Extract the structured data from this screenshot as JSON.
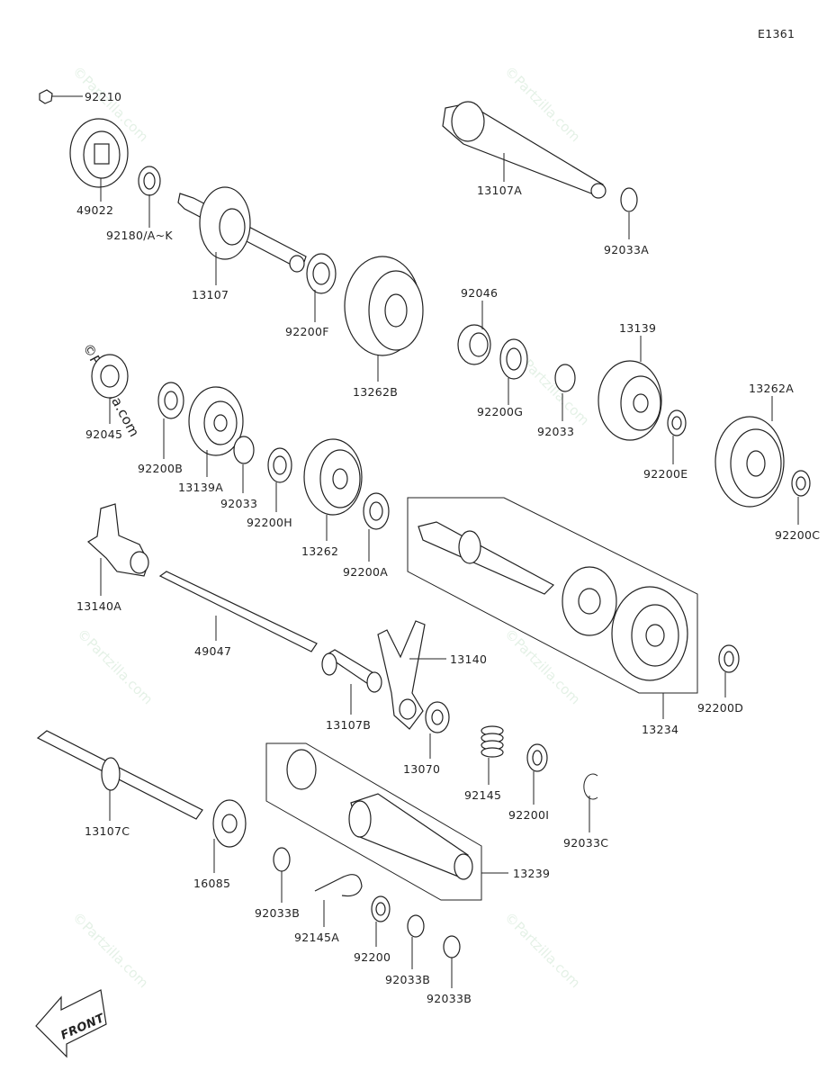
{
  "diagram_code": "E1361",
  "watermarks": [
    "©Partzilla.com"
  ],
  "copyright_text": "©Partzilla.com",
  "front_label": "FRONT",
  "parts": [
    {
      "id": "92210"
    },
    {
      "id": "49022"
    },
    {
      "id": "92180/A~K"
    },
    {
      "id": "13107"
    },
    {
      "id": "92200F"
    },
    {
      "id": "13262B"
    },
    {
      "id": "13107A"
    },
    {
      "id": "92033A"
    },
    {
      "id": "92046"
    },
    {
      "id": "92200G"
    },
    {
      "id": "92033"
    },
    {
      "id": "13139"
    },
    {
      "id": "92200E"
    },
    {
      "id": "13262A"
    },
    {
      "id": "92200C"
    },
    {
      "id": "92045"
    },
    {
      "id": "92200B"
    },
    {
      "id": "13139A"
    },
    {
      "id": "92033"
    },
    {
      "id": "92200H"
    },
    {
      "id": "13262"
    },
    {
      "id": "92200A"
    },
    {
      "id": "13140A"
    },
    {
      "id": "49047"
    },
    {
      "id": "13107B"
    },
    {
      "id": "13140"
    },
    {
      "id": "13070"
    },
    {
      "id": "13234"
    },
    {
      "id": "92200D"
    },
    {
      "id": "92145"
    },
    {
      "id": "92200I"
    },
    {
      "id": "92033C"
    },
    {
      "id": "13107C"
    },
    {
      "id": "16085"
    },
    {
      "id": "13239"
    },
    {
      "id": "92033B"
    },
    {
      "id": "92145A"
    },
    {
      "id": "92200"
    },
    {
      "id": "92033B"
    },
    {
      "id": "92033B"
    }
  ]
}
